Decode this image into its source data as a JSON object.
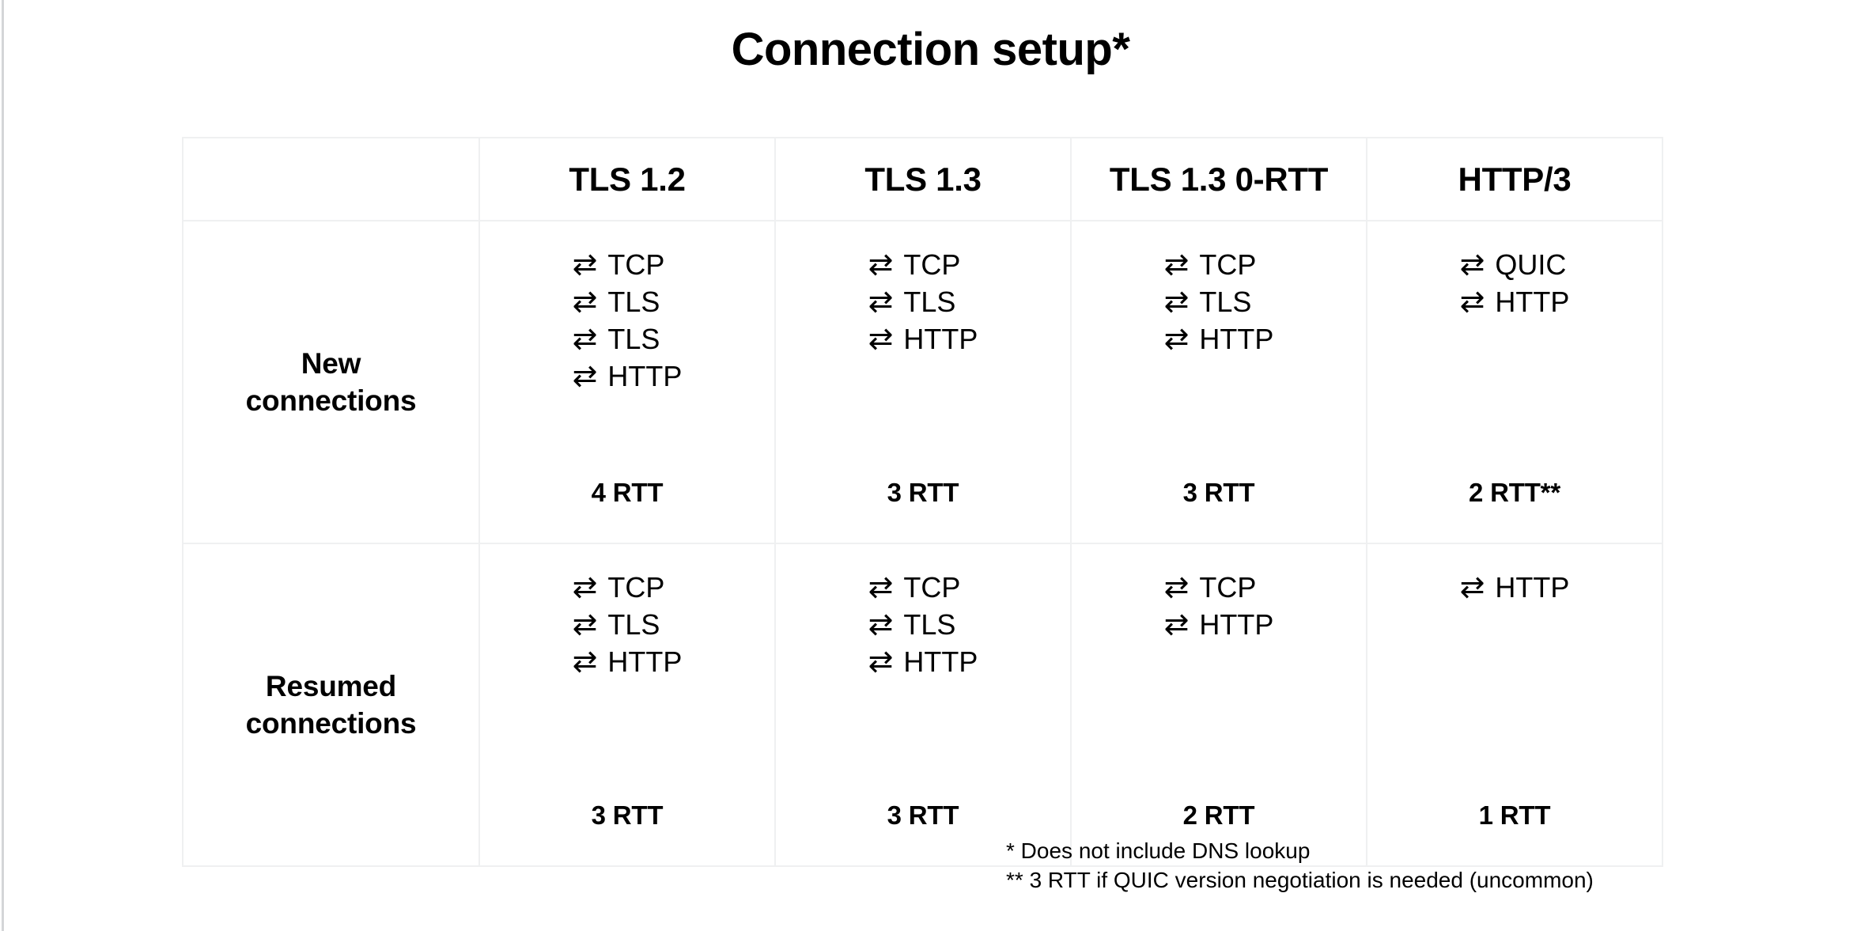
{
  "title": "Connection setup*",
  "arrow_glyph": "⇄",
  "arrow_icon_name": "bidirectional-arrow-icon",
  "colors": {
    "background": "#ffffff",
    "text": "#000000",
    "table_border": "#eff0f1",
    "page_edge": "#d4d6d8"
  },
  "table": {
    "corner_label": "",
    "columns": [
      "TLS 1.2",
      "TLS 1.3",
      "TLS 1.3 0-RTT",
      "HTTP/3"
    ],
    "rows": [
      {
        "label": "New\nconnections",
        "label_line1": "New",
        "label_line2": "connections",
        "cells": [
          {
            "steps": [
              "TCP",
              "TLS",
              "TLS",
              "HTTP"
            ],
            "rtt": "4 RTT"
          },
          {
            "steps": [
              "TCP",
              "TLS",
              "HTTP"
            ],
            "rtt": "3 RTT"
          },
          {
            "steps": [
              "TCP",
              "TLS",
              "HTTP"
            ],
            "rtt": "3 RTT"
          },
          {
            "steps": [
              "QUIC",
              "HTTP"
            ],
            "rtt": "2 RTT**"
          }
        ]
      },
      {
        "label": "Resumed\nconnections",
        "label_line1": "Resumed",
        "label_line2": "connections",
        "cells": [
          {
            "steps": [
              "TCP",
              "TLS",
              "HTTP"
            ],
            "rtt": "3 RTT"
          },
          {
            "steps": [
              "TCP",
              "TLS",
              "HTTP"
            ],
            "rtt": "3 RTT"
          },
          {
            "steps": [
              "TCP",
              "HTTP"
            ],
            "rtt": "2 RTT"
          },
          {
            "steps": [
              "HTTP"
            ],
            "rtt": "1 RTT"
          }
        ]
      }
    ]
  },
  "footnotes": [
    "* Does not include DNS lookup",
    "** 3 RTT if QUIC version negotiation is needed (uncommon)"
  ]
}
